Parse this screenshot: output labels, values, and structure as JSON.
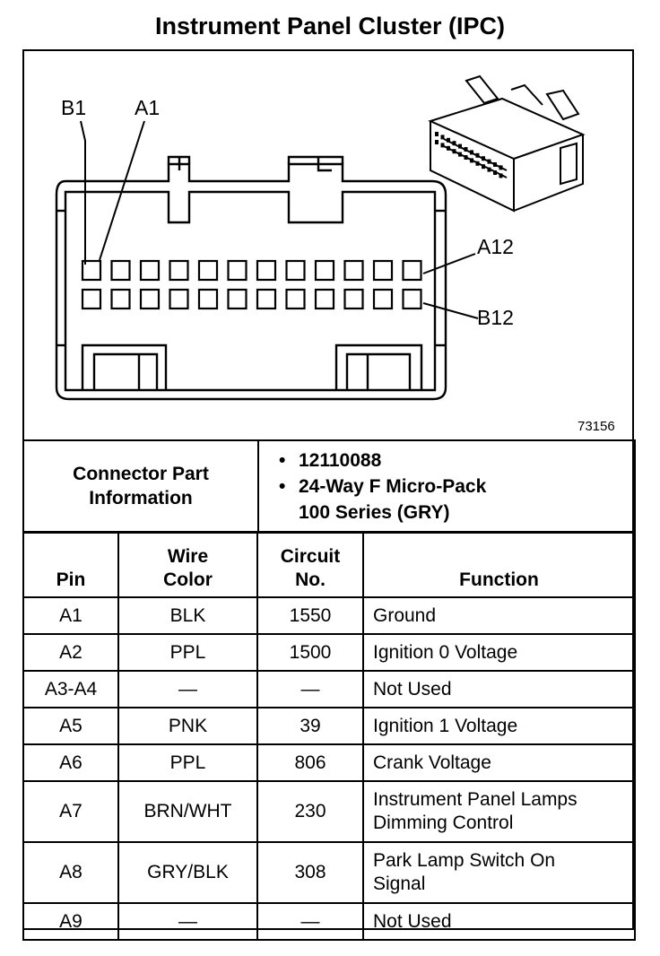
{
  "title": "Instrument Panel Cluster (IPC)",
  "figure": {
    "number": "73156",
    "labels": {
      "b1": "B1",
      "a1": "A1",
      "a12": "A12",
      "b12": "B12"
    }
  },
  "connector_info": {
    "label_line1": "Connector Part",
    "label_line2": "Information",
    "bullet": "•",
    "part_number": "12110088",
    "desc_line1": "24-Way F Micro-Pack",
    "desc_line2": "100 Series (GRY)"
  },
  "headers": {
    "pin": "Pin",
    "wire_line1": "Wire",
    "wire_line2": "Color",
    "circuit_line1": "Circuit",
    "circuit_line2": "No.",
    "function": "Function"
  },
  "rows": [
    {
      "pin": "A1",
      "color": "BLK",
      "circuit": "1550",
      "f1": "Ground",
      "f2": ""
    },
    {
      "pin": "A2",
      "color": "PPL",
      "circuit": "1500",
      "f1": "Ignition 0 Voltage",
      "f2": ""
    },
    {
      "pin": "A3-A4",
      "color": "—",
      "circuit": "—",
      "f1": "Not Used",
      "f2": ""
    },
    {
      "pin": "A5",
      "color": "PNK",
      "circuit": "39",
      "f1": "Ignition 1 Voltage",
      "f2": ""
    },
    {
      "pin": "A6",
      "color": "PPL",
      "circuit": "806",
      "f1": "Crank Voltage",
      "f2": ""
    },
    {
      "pin": "A7",
      "color": "BRN/WHT",
      "circuit": "230",
      "f1": "Instrument Panel Lamps",
      "f2": "Dimming Control"
    },
    {
      "pin": "A8",
      "color": "GRY/BLK",
      "circuit": "308",
      "f1": "Park Lamp Switch On",
      "f2": "Signal"
    },
    {
      "pin": "A9",
      "color": "—",
      "circuit": "—",
      "f1": "Not Used",
      "f2": ""
    }
  ]
}
